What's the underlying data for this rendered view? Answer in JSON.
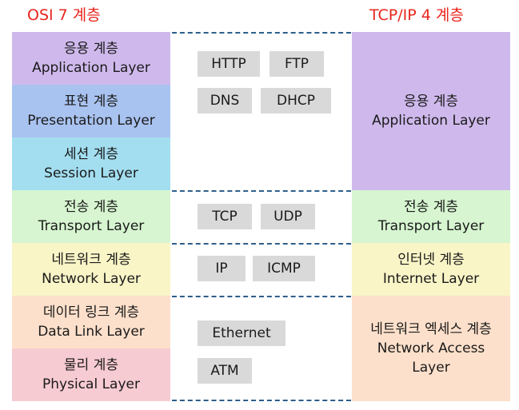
{
  "titles": {
    "left": "OSI 7 계층",
    "right": "TCP/IP 4 계층"
  },
  "osi_layers": [
    {
      "ko": "응용 계층",
      "en": "Application Layer",
      "color": "#cfb9ec"
    },
    {
      "ko": "표현 계층",
      "en": "Presentation Layer",
      "color": "#a9c3f0"
    },
    {
      "ko": "세션 계층",
      "en": "Session Layer",
      "color": "#a3def0"
    },
    {
      "ko": "전송 계층",
      "en": "Transport Layer",
      "color": "#d6f5d0"
    },
    {
      "ko": "네트워크 계층",
      "en": "Network Layer",
      "color": "#f9f5c7"
    },
    {
      "ko": "데이터 링크 계층",
      "en": "Data Link Layer",
      "color": "#fde0cb"
    },
    {
      "ko": "물리 계층",
      "en": "Physical Layer",
      "color": "#f7cbd2"
    }
  ],
  "tcpip_layers": [
    {
      "ko": "응용 계층",
      "en": "Application Layer",
      "color": "#cfb9ec"
    },
    {
      "ko": "전송 계층",
      "en": "Transport Layer",
      "color": "#d6f5d0"
    },
    {
      "ko": "인터넷 계층",
      "en": "Internet Layer",
      "color": "#f9f5c7"
    },
    {
      "ko": "네트워크 엑세스 계층",
      "en_line1": "Network Access",
      "en_line2": "Layer",
      "color": "#fde0cb"
    }
  ],
  "protocols": {
    "application": [
      "HTTP",
      "FTP",
      "DNS",
      "DHCP"
    ],
    "transport": [
      "TCP",
      "UDP"
    ],
    "internet": [
      "IP",
      "ICMP"
    ],
    "network_access": [
      "Ethernet",
      "ATM"
    ]
  },
  "colors": {
    "title": "#e8261d",
    "protocol_box": "#d9d9d9",
    "separator": "#2e5f8a"
  }
}
